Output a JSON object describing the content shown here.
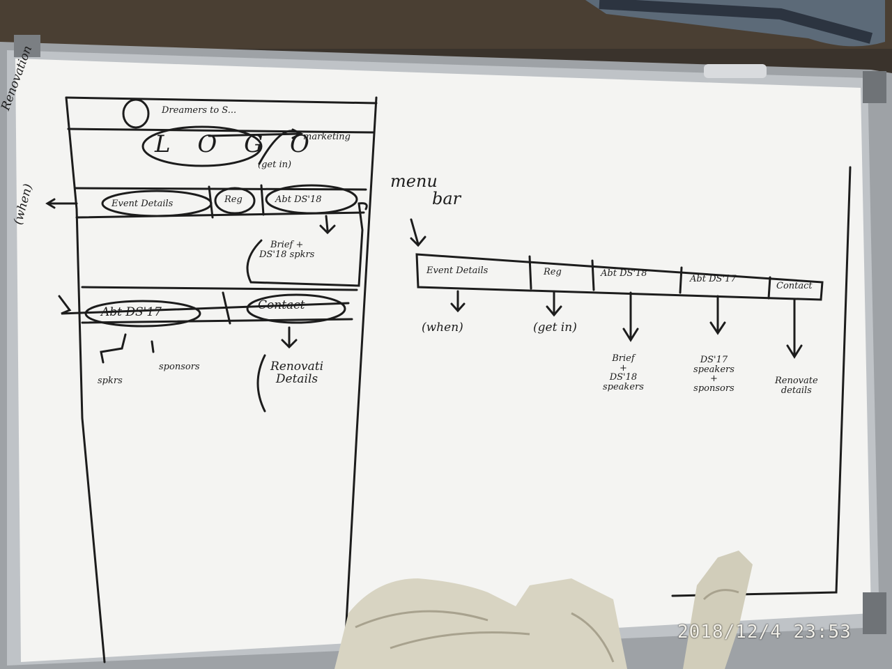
{
  "photo": {
    "timestamp": "2018/12/4  23:53",
    "colors": {
      "board": "#f4f4f2",
      "frame": "#b9bcbf",
      "ink": "#1c1c1c",
      "background": "#3a332c"
    }
  },
  "left_sketch": {
    "side_note_top": "Renovation",
    "side_note_mid": "(when)",
    "header_text": "Dreamers to S...",
    "logo": "L O G O",
    "logo_note": "marketing",
    "getin_note": "(get in)",
    "nav": [
      "Event Details",
      "Reg",
      "Abt DS'18"
    ],
    "brief_box": [
      "Brief +",
      "DS'18 spkrs"
    ],
    "nav2": [
      "Abt DS'17",
      "Contact"
    ],
    "sub_left": [
      "spkrs",
      "sponsors"
    ],
    "sub_right": [
      "Renovati",
      "Details"
    ]
  },
  "right_sketch": {
    "title": [
      "menu",
      "bar"
    ],
    "menu_items": [
      "Event Details",
      "Reg",
      "Abt DS'18",
      "Abt DS'17",
      "Contact"
    ],
    "descriptions": [
      [
        "(when)"
      ],
      [
        "(get in)"
      ],
      [
        "Brief",
        "+",
        "DS'18",
        "speakers"
      ],
      [
        "DS'17",
        "speakers",
        "+",
        "sponsors"
      ],
      [
        "Renovate",
        "details"
      ]
    ]
  }
}
